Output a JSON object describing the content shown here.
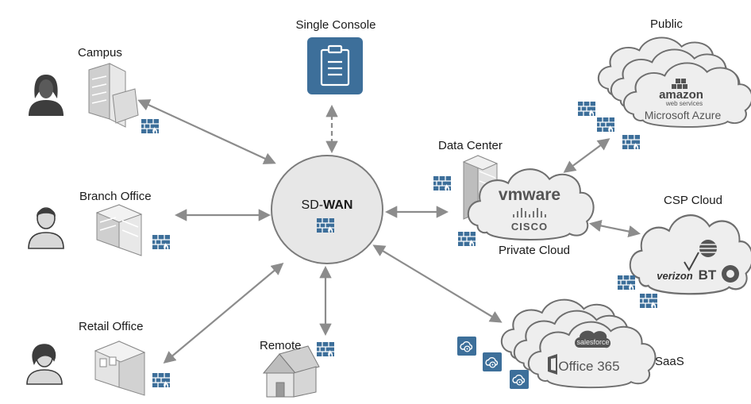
{
  "labels": {
    "single_console": "Single Console",
    "campus": "Campus",
    "branch_office": "Branch Office",
    "retail_office": "Retail Office",
    "remote": "Remote",
    "data_center": "Data Center",
    "private_cloud": "Private Cloud",
    "public": "Public",
    "csp_cloud": "CSP Cloud",
    "saas": "SaaS"
  },
  "hub": {
    "prefix": "SD-",
    "strong": "WAN"
  },
  "logos": {
    "vmware": "vmware",
    "cisco": "CISCO",
    "amazon": "amazon",
    "amazon_sub": "web services",
    "microsoft_azure": "Microsoft Azure",
    "verizon": "verizon",
    "bt": "BT",
    "salesforce": "salesforce",
    "office365": "Office 365"
  },
  "colors": {
    "background": "#ffffff",
    "line": "#8c8c8c",
    "icon_blue": "#3d6f9a",
    "cloud_fill": "#eeeeee",
    "cloud_stroke": "#6e6e6e",
    "hub_fill": "#e7e7e7",
    "building_fill": "#dcdcdc",
    "person_dark": "#3d3d3d"
  },
  "icons": [
    "clipboard-icon",
    "firewall-icon",
    "cloud-security-icon",
    "building-icon",
    "house-icon",
    "person-icon",
    "server-tower-icon"
  ]
}
